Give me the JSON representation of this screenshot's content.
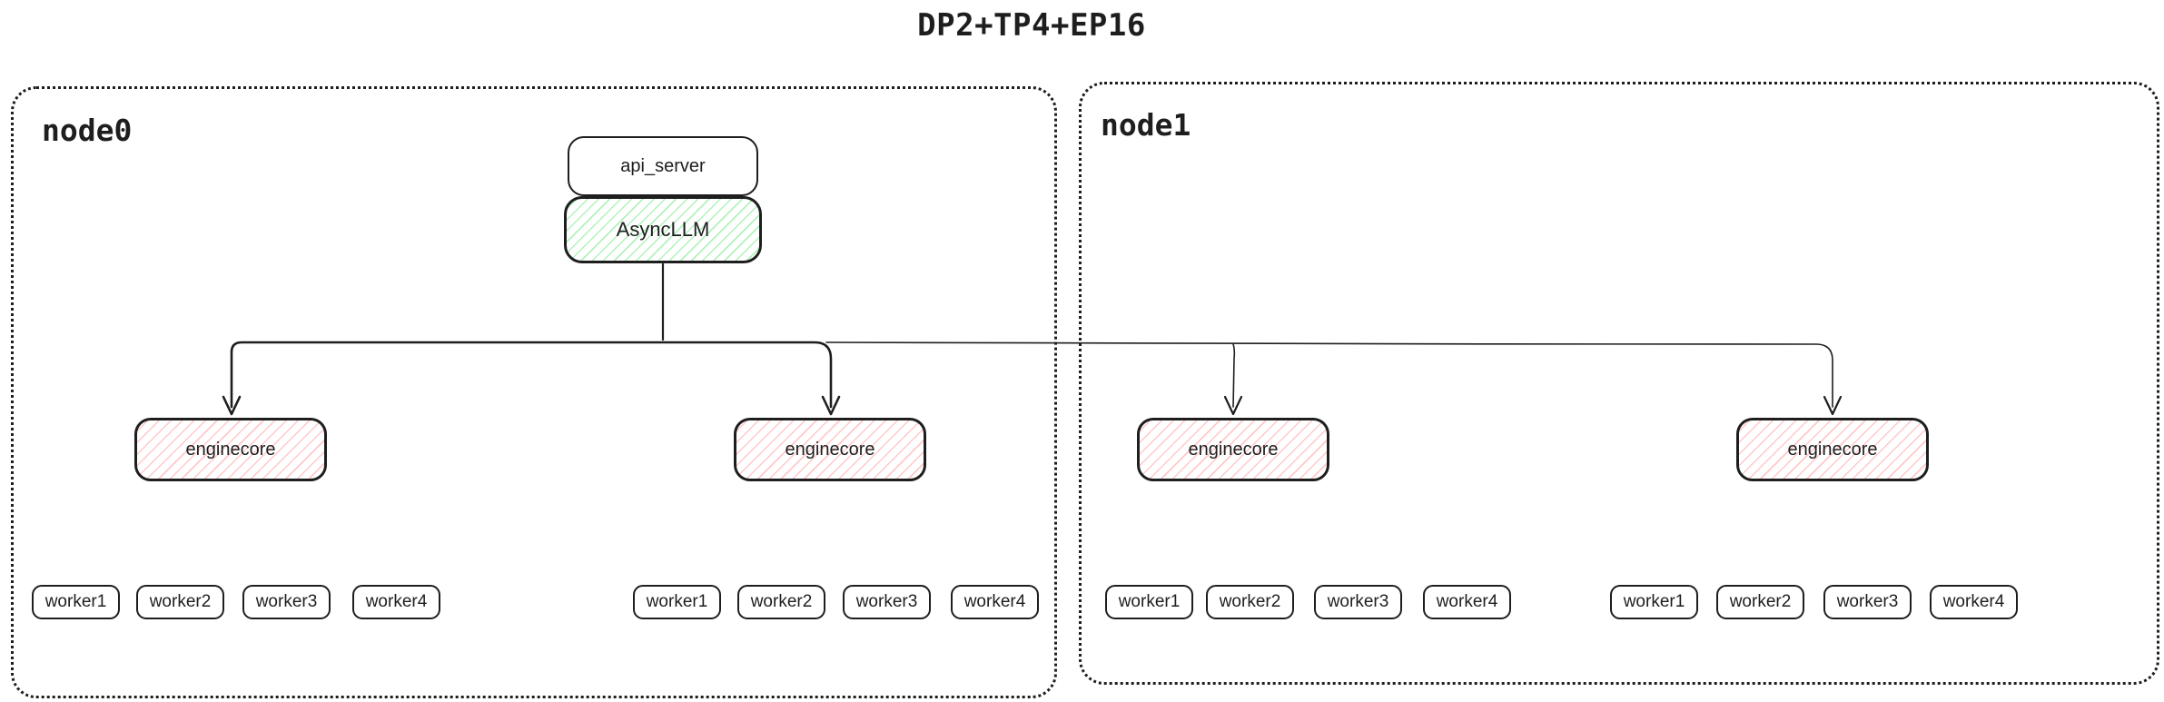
{
  "title": "DP2+TP4+EP16",
  "colors": {
    "stroke": "#1e1e1e",
    "async_llm_hatch": "#b2f2bb",
    "enginecore_hatch": "#ffc9c9",
    "background": "#ffffff"
  },
  "api_server": {
    "label": "api_server"
  },
  "async_llm": {
    "label": "AsyncLLM"
  },
  "nodes": [
    {
      "label": "node0",
      "groups": [
        {
          "enginecore_label": "enginecore",
          "workers": [
            "worker1",
            "worker2",
            "worker3",
            "worker4"
          ]
        },
        {
          "enginecore_label": "enginecore",
          "workers": [
            "worker1",
            "worker2",
            "worker3",
            "worker4"
          ]
        }
      ]
    },
    {
      "label": "node1",
      "groups": [
        {
          "enginecore_label": "enginecore",
          "workers": [
            "worker1",
            "worker2",
            "worker3",
            "worker4"
          ]
        },
        {
          "enginecore_label": "enginecore",
          "workers": [
            "worker1",
            "worker2",
            "worker3",
            "worker4"
          ]
        }
      ]
    }
  ]
}
